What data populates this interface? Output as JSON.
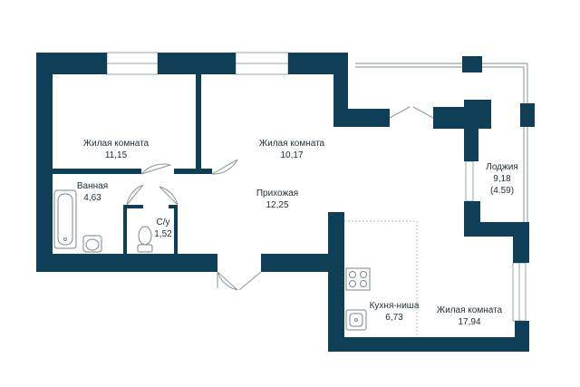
{
  "colors": {
    "wall": "#0f3f57",
    "window_frame": "#9aa3a8",
    "fixture_line": "#7b868c",
    "label_text": "#1f2d36",
    "dashed_line": "#b9c0c4"
  },
  "rooms": [
    {
      "id": "living-1",
      "name": "Жилая комната",
      "area": "11,15"
    },
    {
      "id": "living-2",
      "name": "Жилая комната",
      "area": "10,17"
    },
    {
      "id": "bathroom",
      "name": "Ванная",
      "area": "4,63"
    },
    {
      "id": "toilet",
      "name": "С/у",
      "area": "1,52"
    },
    {
      "id": "hallway",
      "name": "Прихожая",
      "area": "12,25"
    },
    {
      "id": "loggia",
      "name": "Лоджия",
      "area": "9,18",
      "area_reduced": "(4.59)"
    },
    {
      "id": "kitchen",
      "name": "Кухня-ниша",
      "area": "6,73"
    },
    {
      "id": "living-3",
      "name": "Жилая комната",
      "area": "17,94"
    }
  ],
  "icons": [
    "bathtub-icon",
    "washbasin-icon",
    "toilet-icon",
    "stove-icon",
    "sink-icon"
  ]
}
